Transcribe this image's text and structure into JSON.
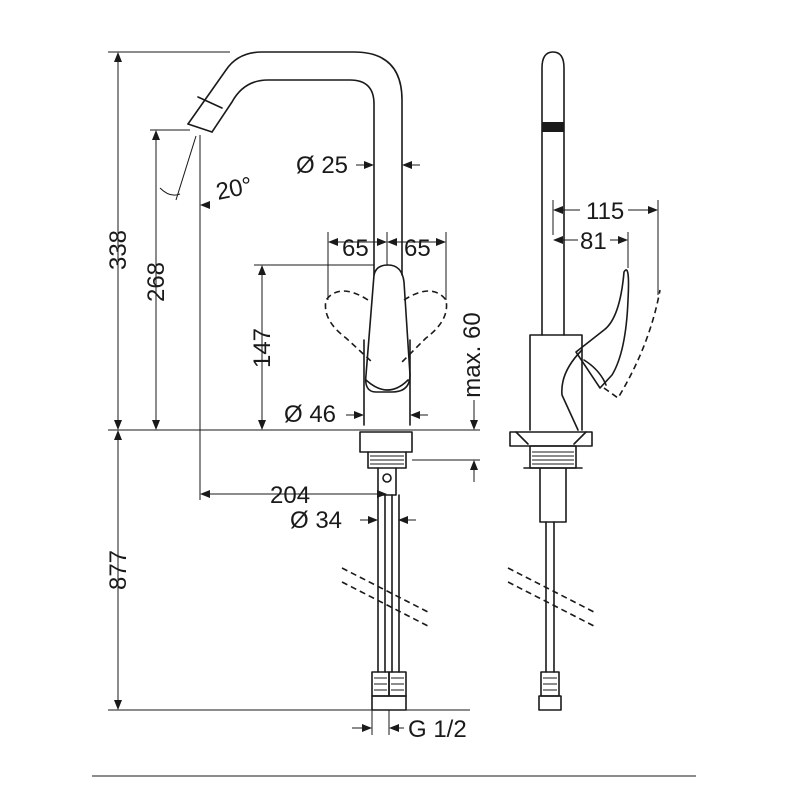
{
  "dimensions": {
    "h_total_top": "338",
    "h_spout_outlet": "268",
    "h_handle": "147",
    "h_below": "877",
    "spout_angle": "20°",
    "dia_spout": "Ø 25",
    "handle_left": "65",
    "handle_right": "65",
    "dia_base": "Ø 46",
    "max_thickness": "max. 60",
    "reach": "204",
    "dia_shank": "Ø 34",
    "thread": "G 1/2",
    "side_reach": "115",
    "side_handle": "81"
  }
}
